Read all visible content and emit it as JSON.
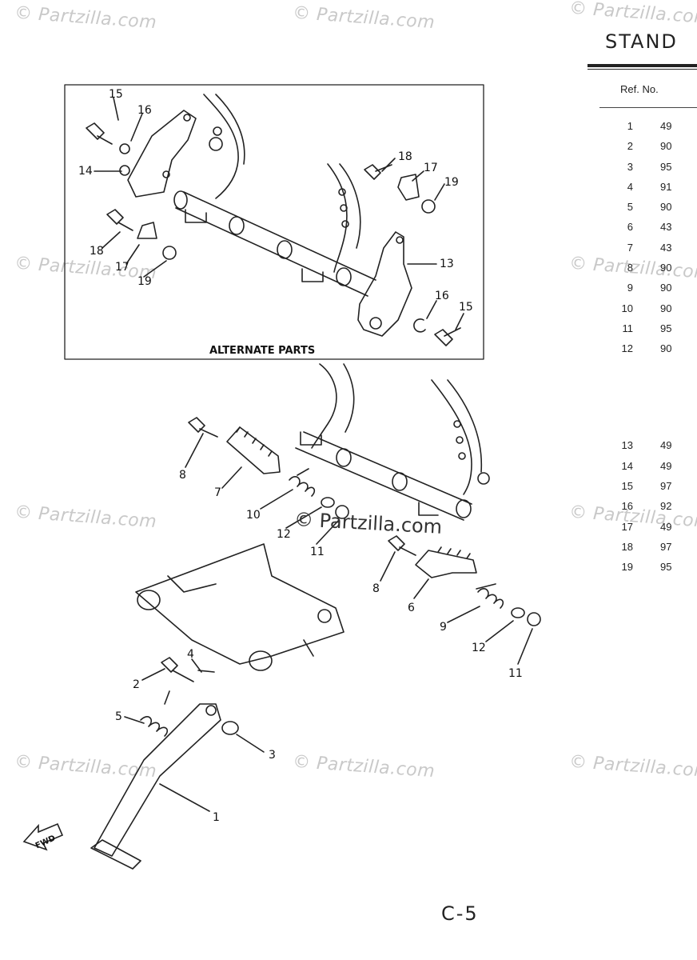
{
  "watermark": "© Partzilla.com",
  "center_watermark": "© Partzilla.com",
  "title": "STAND",
  "ref_header": "Ref. No.",
  "parts": [
    {
      "ref": "1",
      "pn": "49"
    },
    {
      "ref": "2",
      "pn": "90"
    },
    {
      "ref": "3",
      "pn": "95"
    },
    {
      "ref": "4",
      "pn": "91"
    },
    {
      "ref": "5",
      "pn": "90"
    },
    {
      "ref": "6",
      "pn": "43"
    },
    {
      "ref": "7",
      "pn": "43"
    },
    {
      "ref": "8",
      "pn": "90"
    },
    {
      "ref": "9",
      "pn": "90"
    },
    {
      "ref": "10",
      "pn": "90"
    },
    {
      "ref": "11",
      "pn": "95"
    },
    {
      "ref": "12",
      "pn": "90"
    },
    {
      "ref": "13",
      "pn": "49"
    },
    {
      "ref": "14",
      "pn": "49"
    },
    {
      "ref": "15",
      "pn": "97"
    },
    {
      "ref": "16",
      "pn": "92"
    },
    {
      "ref": "17",
      "pn": "49"
    },
    {
      "ref": "18",
      "pn": "97"
    },
    {
      "ref": "19",
      "pn": "95"
    }
  ],
  "alternate_parts_label": "ALTERNATE PARTS",
  "fwd_label": "FWD",
  "callouts": {
    "c1": "1",
    "c2": "2",
    "c3": "3",
    "c4": "4",
    "c5": "5",
    "c6": "6",
    "c7": "7",
    "c8a": "8",
    "c8b": "8",
    "c9": "9",
    "c10": "10",
    "c11a": "11",
    "c11b": "11",
    "c12a": "12",
    "c12b": "12",
    "c13": "13",
    "c14": "14",
    "c15a": "15",
    "c15b": "15",
    "c16a": "16",
    "c16b": "16",
    "c17a": "17",
    "c17b": "17",
    "c18a": "18",
    "c18b": "18",
    "c19a": "19",
    "c19b": "19"
  },
  "page_number": "C-5"
}
